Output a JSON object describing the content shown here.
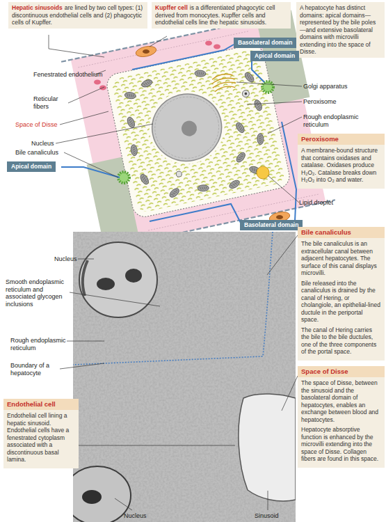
{
  "diagram": {
    "nodes": [
      {
        "text": [
          "Hepatic sinusoids",
          "are lined by two cell types: (1) discontinuous endothelial cells and (2) phagocytic cells of Kupffer."
        ]
      },
      {
        "text": [
          "Kupffer cell",
          "is a differentiated phagocytic cell derived from monocytes. Kupffer cells and endothelial cells line the hepatic sinusoids."
        ]
      },
      {
        "text": [
          "A hepatocyte has distinct domains: apical domains—represented by the bile poles—and extensive basolateral domains with microvilli extending into the space of Disse."
        ]
      },
      {
        "text": [
          "Basolateral domain"
        ]
      },
      {
        "text": [
          "Apical domain"
        ]
      },
      {
        "text": [
          "Peroxisome",
          "A membrane-bound structure that contains oxidases and catalase. Oxidases produce H₂O₂. Catalase breaks down H₂O₂ into O₂ and water."
        ]
      },
      {
        "text": [
          "Apical domain"
        ]
      },
      {
        "text": [
          "Basolateral domain"
        ]
      },
      {
        "text": [
          "Bile canaliculus",
          "The bile canaliculus is an extracellular canal between adjacent hepatocytes. The surface of this canal displays microvilli.",
          "Bile released into the canaliculus is drained by the canal of Hering, or cholangiole, an epithelial-lined ductule in the periportal space.",
          "The canal of Hering carries the bile to the bile ductules, one of the three components of the portal space."
        ]
      },
      {
        "text": [
          "Space of Disse",
          "The space of Disse, between the sinusoid and the basolateral domain of hepatocytes, enables an exchange between blood and hepatocytes.",
          "Hepatocyte absorptive function is enhanced by the microvilli extending into the space of Disse. Collagen fibers are found in this space."
        ]
      },
      {
        "text": [
          "Endothelial cell",
          "Endothelial cell lining a hepatic sinusoid. Endothelial cells have a fenestrated cytoplasm associated with a discontinuous basal lamina."
        ]
      }
    ],
    "labels": [
      "Fenestrated endothelium",
      "Reticular fibers",
      "Space of Disse",
      "Nucleus",
      "Bile canaliculus",
      "Golgi apparatus",
      "Peroxisome",
      "Rough endoplasmic reticulum",
      "Lipid droplet",
      "Nucleus",
      "Smooth endoplasmic reticulum and associated glycogen inclusions",
      "Rough endoplasmic reticulum",
      "Boundary of a hepatocyte",
      "Nucleus",
      "Sinusoid"
    ]
  }
}
